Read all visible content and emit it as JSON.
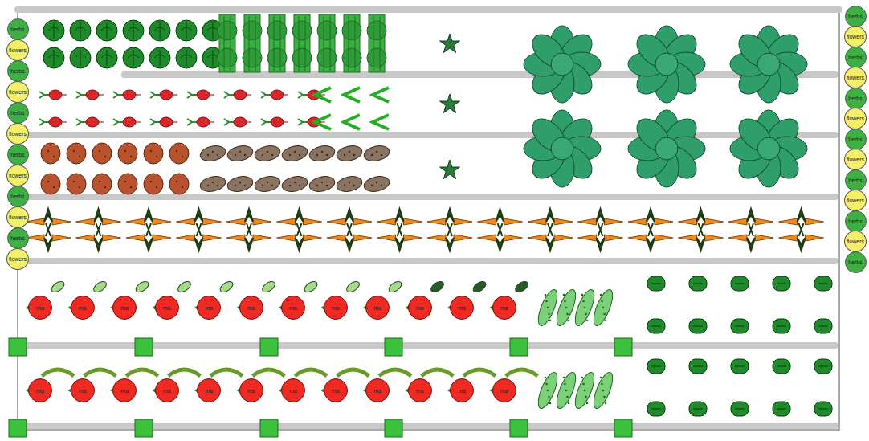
{
  "diagram": {
    "nodes": [
      {
        "text": [
          "herbs"
        ]
      },
      {
        "text": [
          "flowers"
        ]
      },
      {
        "text": [
          "herbs"
        ]
      },
      {
        "text": [
          "flowers"
        ]
      },
      {
        "text": [
          "herbs"
        ]
      },
      {
        "text": [
          "flowers"
        ]
      },
      {
        "text": [
          "herbs"
        ]
      },
      {
        "text": [
          "flowers"
        ]
      },
      {
        "text": [
          "herbs"
        ]
      },
      {
        "text": [
          "flowers"
        ]
      },
      {
        "text": [
          "herbs"
        ]
      },
      {
        "text": [
          "flowers"
        ]
      },
      {
        "text": [
          "herbs"
        ]
      },
      {
        "text": [
          "flowers"
        ]
      },
      {
        "text": [
          "herbs"
        ]
      },
      {
        "text": [
          "flowers"
        ]
      },
      {
        "text": [
          "herbs"
        ]
      },
      {
        "text": [
          "flowers"
        ]
      },
      {
        "text": [
          "herbs"
        ]
      },
      {
        "text": [
          "flowers"
        ]
      },
      {
        "text": [
          "herbs"
        ]
      },
      {
        "text": [
          "flowers"
        ]
      },
      {
        "text": [
          "herbs"
        ]
      },
      {
        "text": [
          "flowers"
        ]
      },
      {
        "text": [
          "herbs"
        ]
      },
      {
        "text": [
          "ma"
        ]
      },
      {
        "text": [
          "ma"
        ]
      },
      {
        "text": [
          "ma"
        ]
      },
      {
        "text": [
          "ma"
        ]
      },
      {
        "text": [
          "ma"
        ]
      },
      {
        "text": [
          "ma"
        ]
      },
      {
        "text": [
          "ma"
        ]
      },
      {
        "text": [
          "ma"
        ]
      },
      {
        "text": [
          "ma"
        ]
      },
      {
        "text": [
          "ma"
        ]
      },
      {
        "text": [
          "ma"
        ]
      },
      {
        "text": [
          "ma"
        ]
      },
      {
        "text": [
          "ma"
        ]
      },
      {
        "text": [
          "ma"
        ]
      },
      {
        "text": [
          "ma"
        ]
      },
      {
        "text": [
          "ma"
        ]
      },
      {
        "text": [
          "ma"
        ]
      },
      {
        "text": [
          "ma"
        ]
      },
      {
        "text": [
          "ma"
        ]
      },
      {
        "text": [
          "ma"
        ]
      },
      {
        "text": [
          "ma"
        ]
      },
      {
        "text": [
          "ma"
        ]
      },
      {
        "text": [
          "ma"
        ]
      },
      {
        "text": [
          "ma"
        ]
      }
    ]
  }
}
